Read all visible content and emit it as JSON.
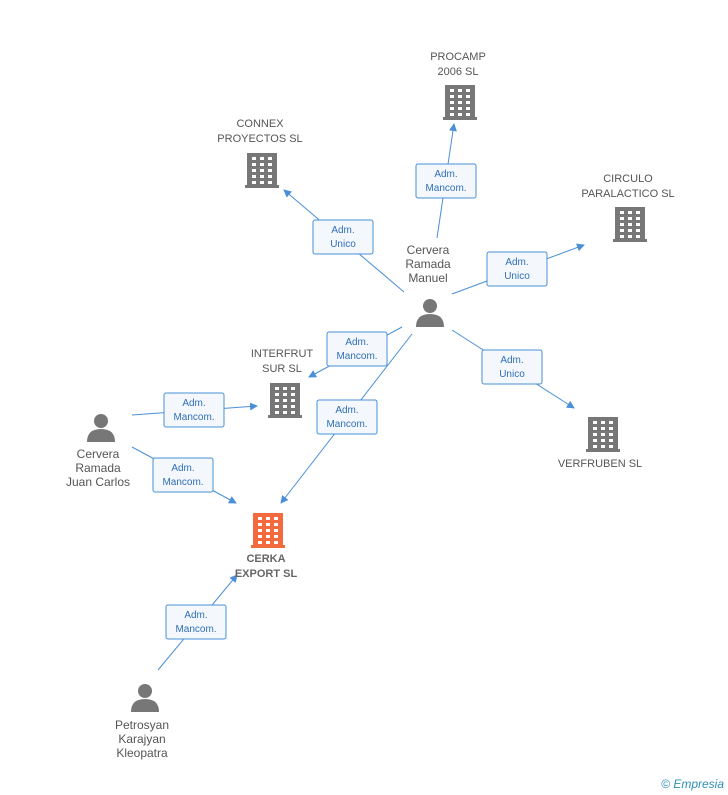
{
  "colors": {
    "edge": "#4a8fd8",
    "company": "#777777",
    "focus_company": "#f26a3d",
    "person": "#777777"
  },
  "nodes": [
    {
      "id": "procamp",
      "kind": "company",
      "label": [
        "PROCAMP",
        "2006  SL"
      ]
    },
    {
      "id": "connex",
      "kind": "company",
      "label": [
        "CONNEX",
        "PROYECTOS SL"
      ]
    },
    {
      "id": "circulo",
      "kind": "company",
      "label": [
        "CIRCULO",
        "PARALACTICO SL"
      ]
    },
    {
      "id": "interfrut",
      "kind": "company",
      "label": [
        "INTERFRUT",
        "SUR SL"
      ]
    },
    {
      "id": "verfruben",
      "kind": "company",
      "label": [
        "VERFRUBEN SL"
      ]
    },
    {
      "id": "cerka",
      "kind": "focus",
      "label": [
        "CERKA",
        "EXPORT SL"
      ]
    },
    {
      "id": "manuel",
      "kind": "person",
      "label": [
        "Cervera",
        "Ramada",
        "Manuel"
      ]
    },
    {
      "id": "juancarlos",
      "kind": "person",
      "label": [
        "Cervera",
        "Ramada",
        "Juan Carlos"
      ]
    },
    {
      "id": "kleopatra",
      "kind": "person",
      "label": [
        "Petrosyan",
        "Karajyan",
        "Kleopatra"
      ]
    }
  ],
  "edges": [
    {
      "from": "manuel",
      "to": "procamp",
      "label": [
        "Adm.",
        "Mancom."
      ]
    },
    {
      "from": "manuel",
      "to": "connex",
      "label": [
        "Adm.",
        "Unico"
      ]
    },
    {
      "from": "manuel",
      "to": "circulo",
      "label": [
        "Adm.",
        "Unico"
      ]
    },
    {
      "from": "manuel",
      "to": "interfrut",
      "label": [
        "Adm.",
        "Mancom."
      ]
    },
    {
      "from": "manuel",
      "to": "verfruben",
      "label": [
        "Adm.",
        "Unico"
      ]
    },
    {
      "from": "manuel",
      "to": "cerka",
      "label": [
        "Adm.",
        "Mancom."
      ]
    },
    {
      "from": "juancarlos",
      "to": "interfrut",
      "label": [
        "Adm.",
        "Mancom."
      ]
    },
    {
      "from": "juancarlos",
      "to": "cerka",
      "label": [
        "Adm.",
        "Mancom."
      ]
    },
    {
      "from": "kleopatra",
      "to": "cerka",
      "label": [
        "Adm.",
        "Mancom."
      ]
    }
  ],
  "footer": {
    "copyright": "©",
    "brand": "Empresia"
  }
}
